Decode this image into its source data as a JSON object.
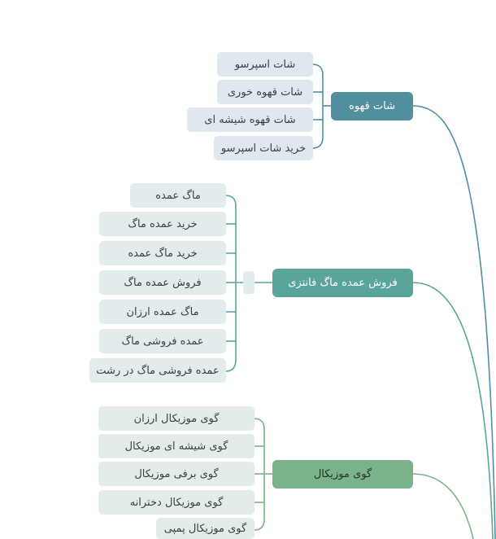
{
  "mindmap": {
    "branches": [
      {
        "label": "شات قهوه",
        "color": "#4f8fa0",
        "children": [
          "شات اسپرسو",
          "شات قهوه خوری",
          "شات قهوه شیشه ای",
          "خرید شات اسپرسو"
        ]
      },
      {
        "label": "فروش عمده ماگ فانتزی",
        "color": "#5aa59a",
        "children": [
          "ماگ عمده",
          "خرید عمده ماگ",
          "خرید ماگ عمده",
          "فروش عمده ماگ",
          "ماگ عمده ارزان",
          "عمده فروشی ماگ",
          "عمده فروشی ماگ در رشت"
        ]
      },
      {
        "label": "گوی موزیکال",
        "color": "#7ab38a",
        "children": [
          "گوی موزیکال ارزان",
          "گوی شیشه ای موزیکال",
          "گوی برفی موزیکال",
          "گوی موزیکال دخترانه",
          "گوی موزیکال پمپی"
        ]
      }
    ]
  }
}
